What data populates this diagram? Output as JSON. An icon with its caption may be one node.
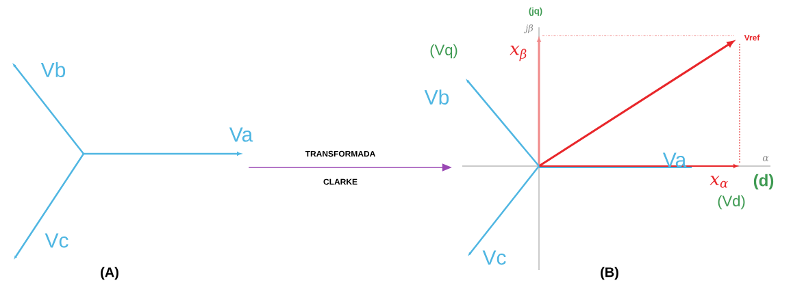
{
  "diagram": {
    "nodes": [
      {
        "text": [],
        "shape": "picture"
      },
      {
        "text": [],
        "shape": "picture"
      }
    ],
    "edges": [
      {
        "from": 0,
        "to": 1,
        "arrow": "to",
        "color": "#9a48b4"
      }
    ],
    "labels": [
      "(jq)",
      "jβ",
      "(Vq)",
      "x$_{β}$",
      "Vref",
      "Vb",
      "Vb",
      "Va",
      "TRANSFORMADA",
      "Va",
      "α",
      "CLARKE",
      "x$_{α}$",
      "(d)",
      "(Vd)",
      "Vc",
      "Vc",
      "(A)",
      "(B)"
    ]
  }
}
